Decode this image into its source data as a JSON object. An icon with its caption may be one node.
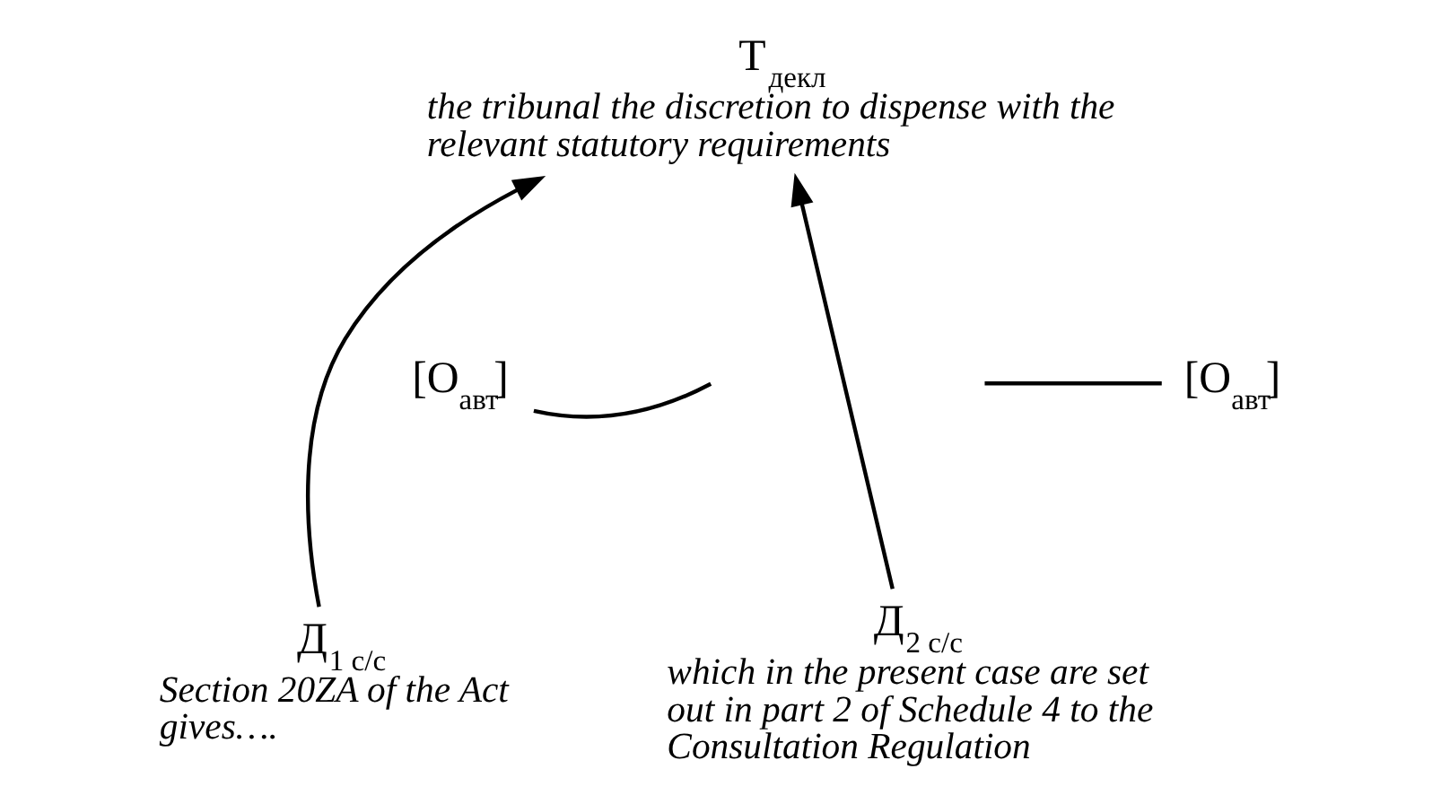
{
  "diagram": {
    "nodes": [
      {
        "text": [
          "T$_{декл}$",
          "the tribunal the discretion to dispense with the relevant statutory requirements"
        ]
      },
      {
        "text": [
          "[O$_{авт}$]"
        ]
      },
      {
        "text": [
          "[O$_{авт}$]"
        ]
      },
      {
        "text": [
          "Д$_{1 с/с}$",
          "Section 20ZA of the Act gives…."
        ]
      },
      {
        "text": [
          "Д$_{2 с/с}$",
          "which in the present case are set out in part 2 of Schedule 4 to the Consultation Regulation"
        ]
      }
    ],
    "edges": [
      {
        "from": 3,
        "to": 0,
        "arrow": "to"
      },
      {
        "from": 1,
        "to": null,
        "arrow": "none"
      },
      {
        "from": 4,
        "to": 0,
        "arrow": "to"
      },
      {
        "from": 2,
        "to": null,
        "arrow": "none"
      }
    ]
  }
}
